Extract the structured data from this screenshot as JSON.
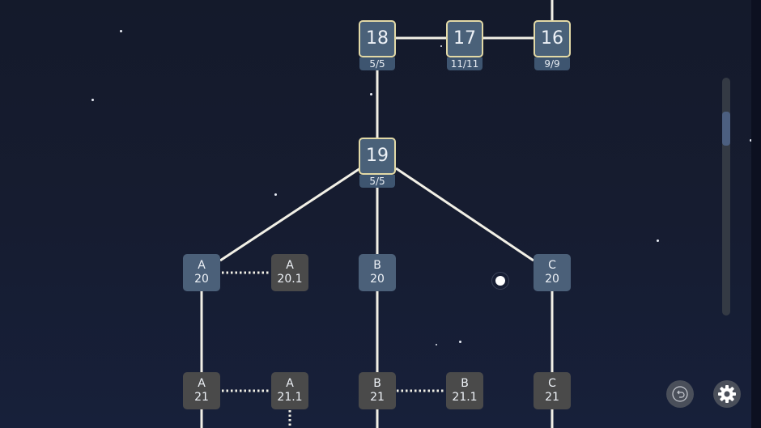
{
  "colors": {
    "background": "#141a2c",
    "major_node_fill": "#4a6179",
    "major_node_border": "#e2d9a6",
    "branch_node_fill": "#4b6079",
    "locked_node_fill": "#4a4a4a",
    "progress_fill": "#3e5570",
    "link": "#f2f0e6"
  },
  "major_nodes": [
    {
      "id": "18",
      "label": "18",
      "progress": "5/5"
    },
    {
      "id": "17",
      "label": "17",
      "progress": "11/11"
    },
    {
      "id": "16",
      "label": "16",
      "progress": "9/9"
    },
    {
      "id": "19",
      "label": "19",
      "progress": "5/5"
    }
  ],
  "branch_nodes": [
    {
      "id": "A20",
      "letter": "A",
      "number": "20",
      "state": "unlocked"
    },
    {
      "id": "A20.1",
      "letter": "A",
      "number": "20.1",
      "state": "locked"
    },
    {
      "id": "B20",
      "letter": "B",
      "number": "20",
      "state": "unlocked"
    },
    {
      "id": "C20",
      "letter": "C",
      "number": "20",
      "state": "unlocked"
    },
    {
      "id": "A21",
      "letter": "A",
      "number": "21",
      "state": "locked"
    },
    {
      "id": "A21.1",
      "letter": "A",
      "number": "21.1",
      "state": "locked"
    },
    {
      "id": "B21",
      "letter": "B",
      "number": "21",
      "state": "locked"
    },
    {
      "id": "B21.1",
      "letter": "B",
      "number": "21.1",
      "state": "locked"
    },
    {
      "id": "C21",
      "letter": "C",
      "number": "21",
      "state": "locked"
    }
  ],
  "controls": {
    "undo_icon": "undo-arrow-icon",
    "settings_icon": "gear-icon",
    "scroll_position_percent": 14
  }
}
